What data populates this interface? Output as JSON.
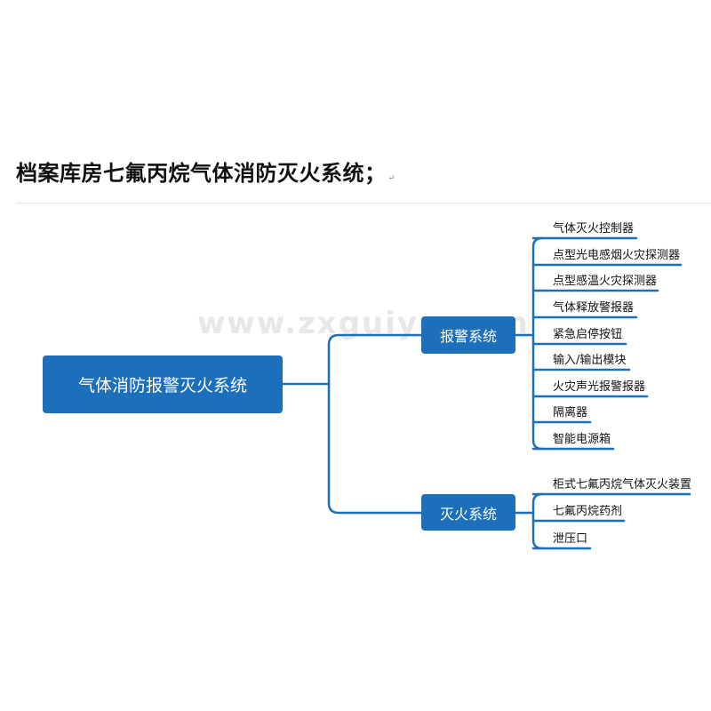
{
  "heading": {
    "text": "档案库房七氟丙烷气体消防灭火系统；",
    "return_mark": "↵"
  },
  "watermark": "www.zxguiye.com",
  "mindmap": {
    "root": "气体消防报警灭火系统",
    "branches": [
      {
        "label": "报警系统",
        "leaves": [
          "气体灭火控制器",
          "点型光电感烟火灾探测器",
          "点型感温火灾探测器",
          "气体释放警报器",
          "紧急启停按钮",
          "输入/输出模块",
          "火灾声光报警报器",
          "隔离器",
          "智能电源箱"
        ]
      },
      {
        "label": "灭火系统",
        "leaves": [
          "柜式七氟丙烷气体灭火装置",
          "七氟丙烷药剂",
          "泄压口"
        ]
      }
    ]
  },
  "colors": {
    "node": "#1c6fba",
    "line": "#1c6fba"
  }
}
